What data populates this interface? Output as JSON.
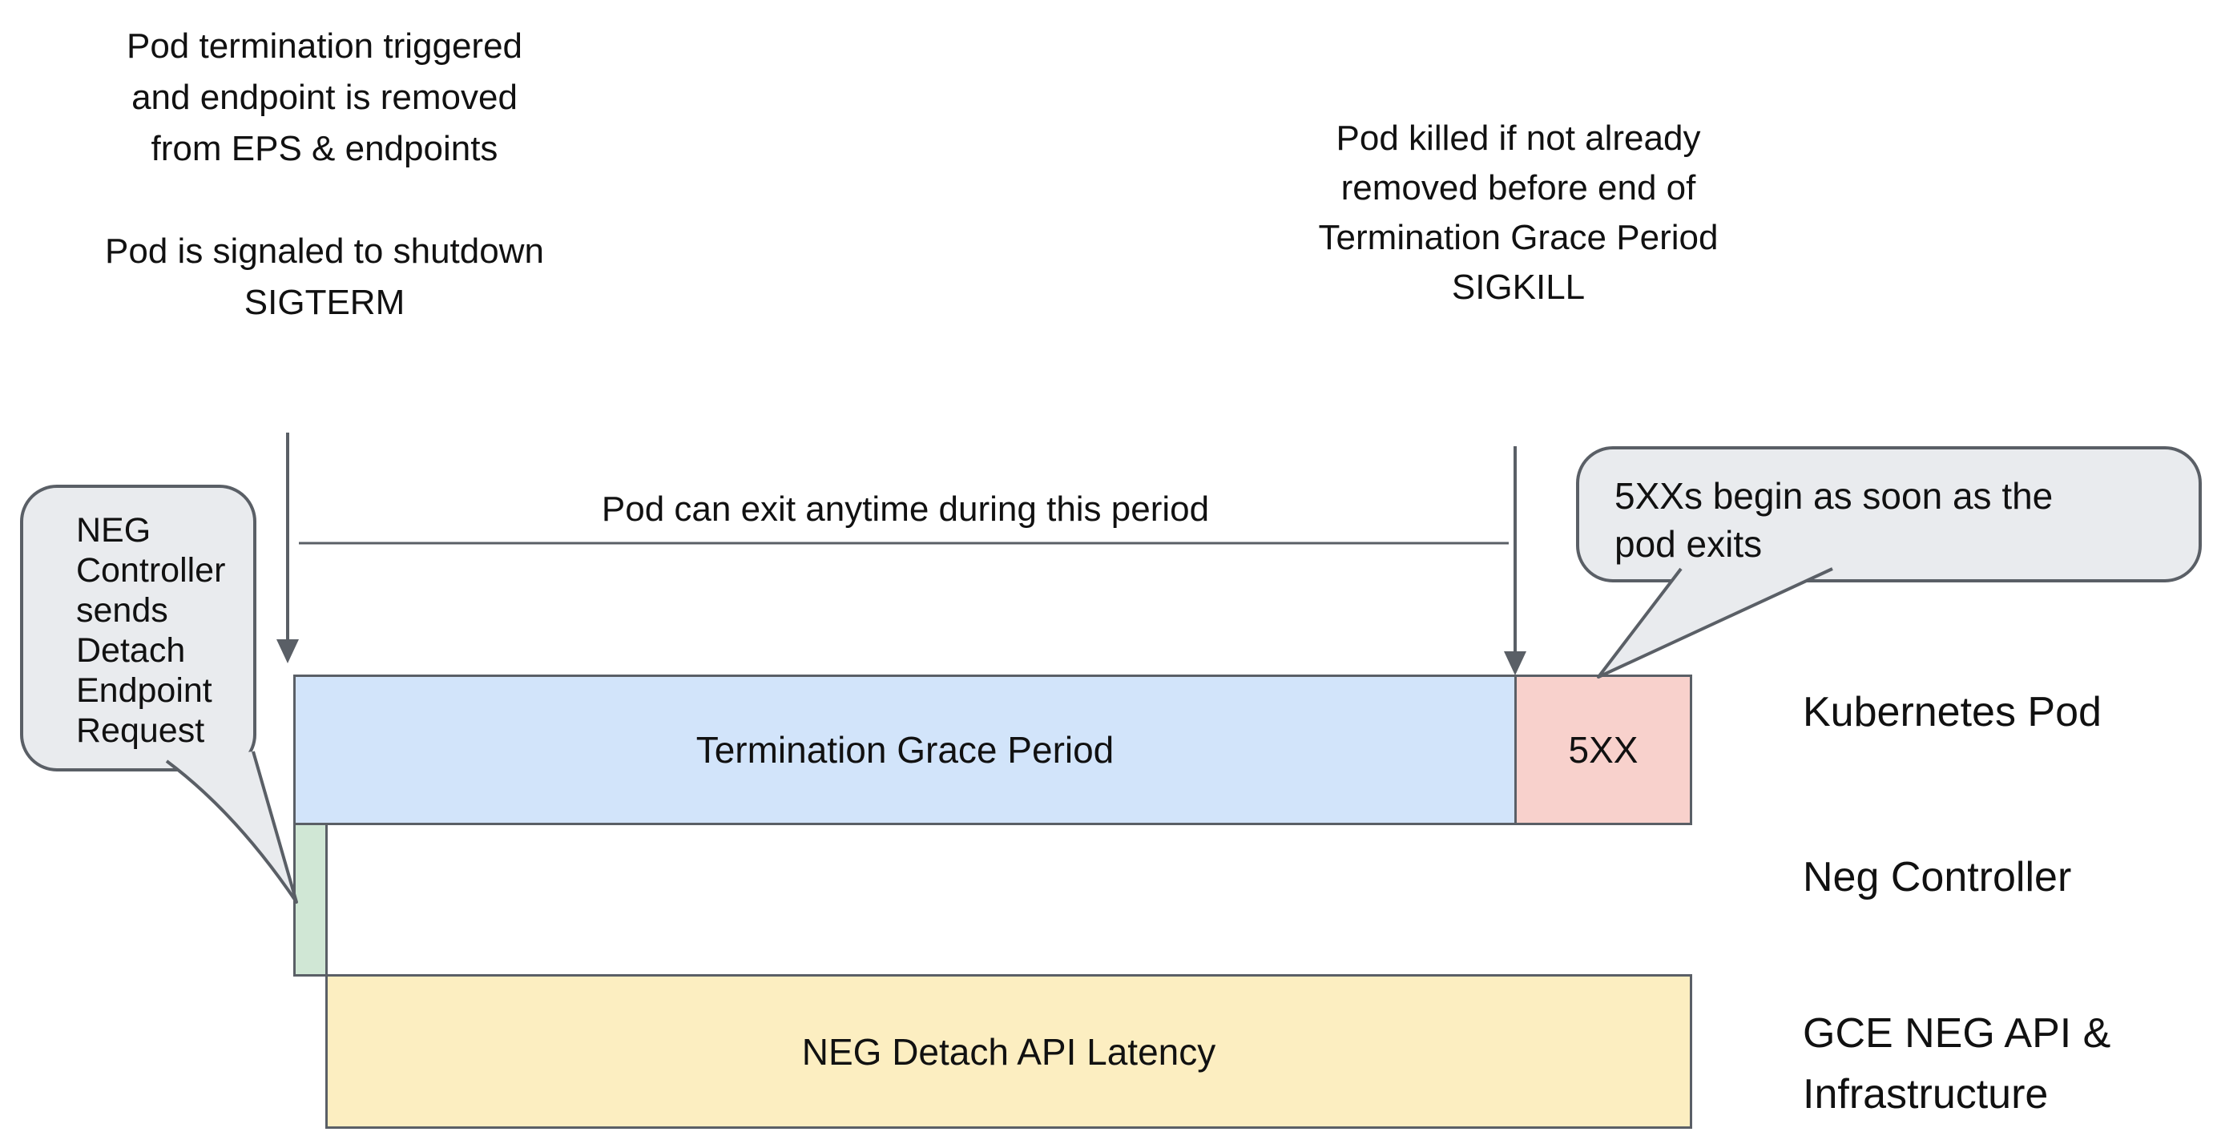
{
  "colors": {
    "stroke": "#5a5f66",
    "arrow": "#5a5f66",
    "text": "#111111",
    "grace_period_fill": "#d2e4fa",
    "error_5xx_fill": "#f8d1cc",
    "detach_request_fill": "#d0e7d5",
    "api_latency_fill": "#fceec1",
    "bubble_fill": "#e9ebee",
    "background": "#ffffff"
  },
  "notes": {
    "termination_trigger": [
      "Pod termination triggered",
      "and endpoint is removed",
      "from EPS & endpoints"
    ],
    "sigterm": [
      "Pod is signaled to shutdown",
      "SIGTERM"
    ],
    "sigkill": [
      "Pod killed if not already",
      "removed before end of",
      "Termination Grace Period",
      "SIGKILL"
    ],
    "period": "Pod can exit anytime during this period"
  },
  "bubbles": {
    "neg_controller": [
      "NEG",
      "Controller",
      "sends",
      "Detach",
      "Endpoint",
      "Request"
    ],
    "five_xx": [
      "5XXs begin as soon as the",
      "pod exits"
    ]
  },
  "bars": {
    "grace_period_label": "Termination Grace Period",
    "five_xx_label": "5XX",
    "api_latency_label": "NEG Detach API Latency"
  },
  "lanes": {
    "kubernetes_pod": "Kubernetes Pod",
    "neg_controller": "Neg Controller",
    "gce_neg_api_line1": "GCE NEG API &",
    "gce_neg_api_line2": "Infrastructure"
  }
}
